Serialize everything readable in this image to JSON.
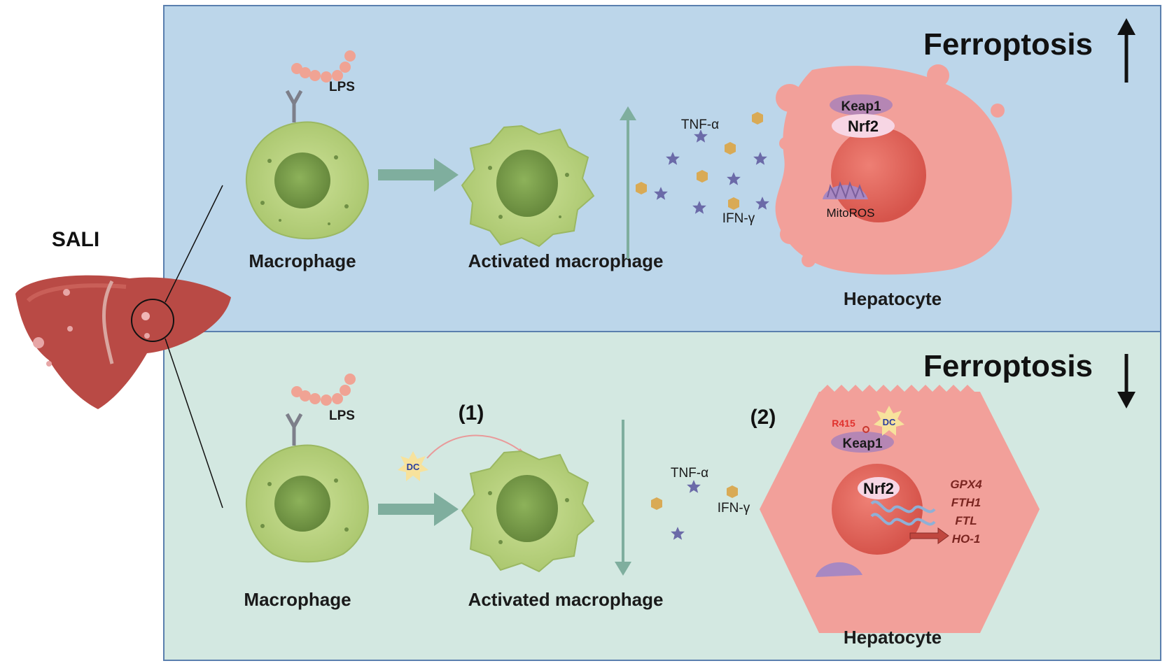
{
  "left": {
    "title": "SALI"
  },
  "top_panel": {
    "heading": "Ferroptosis",
    "arrow_direction": "up",
    "lps": "LPS",
    "macrophage": "Macrophage",
    "activated_macrophage": "Activated macrophage",
    "tnf": "TNF-α",
    "ifn": "IFN-γ",
    "keap1": "Keap1",
    "nrf2": "Nrf2",
    "mitoros": "MitoROS",
    "hepatocyte": "Hepatocyte"
  },
  "bottom_panel": {
    "heading": "Ferroptosis",
    "arrow_direction": "down",
    "lps": "LPS",
    "macrophage": "Macrophage",
    "activated_macrophage": "Activated macrophage",
    "step1": "(1)",
    "step2": "(2)",
    "dc": "DC",
    "dc2": "DC",
    "r415": "R415",
    "tnf": "TNF-α",
    "ifn": "IFN-γ",
    "keap1": "Keap1",
    "nrf2": "Nrf2",
    "genes": [
      "GPX4",
      "FTH1",
      "FTL",
      "HO-1"
    ],
    "hepatocyte": "Hepatocyte"
  },
  "colors": {
    "top_panel_bg": "#bcd6ea",
    "bottom_panel_bg": "#d3e8e1",
    "macrophage": "#b9d27e",
    "nucleus_mac": "#7e9e4c",
    "hepatocyte": "#f2a09a",
    "hep_nucleus": "#e2675e",
    "liver": "#b94a45",
    "cytokine_star": "#6b6aa8",
    "cytokine_dot": "#d9aa55",
    "arrow": "#7fae9e",
    "r415": "#e0322e"
  }
}
